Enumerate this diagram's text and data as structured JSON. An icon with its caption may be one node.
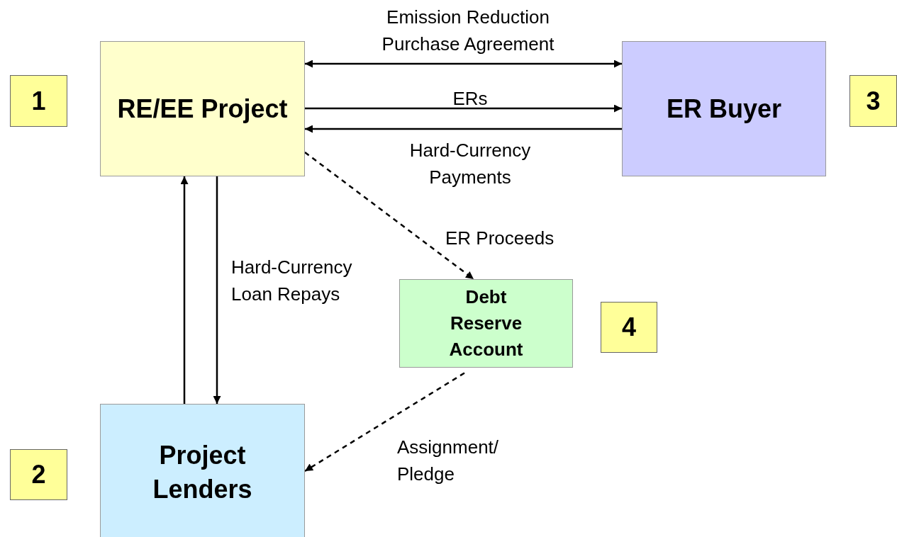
{
  "diagram": {
    "nodes": [
      {
        "text": [
          "1"
        ]
      },
      {
        "text": [
          "RE/EE Project"
        ]
      },
      {
        "text": [
          "ER Buyer"
        ]
      },
      {
        "text": [
          "3"
        ]
      },
      {
        "text": [
          "Debt Reserve Account"
        ]
      },
      {
        "text": [
          "4"
        ]
      },
      {
        "text": [
          "2"
        ]
      },
      {
        "text": [
          "Project Lenders"
        ]
      }
    ],
    "edges": [
      {
        "from": 1,
        "to": 2,
        "arrow": "both",
        "label": "Emission Reduction Purchase Agreement"
      },
      {
        "from": 1,
        "to": 2,
        "arrow": "to",
        "label": "ERs"
      },
      {
        "from": 2,
        "to": 1,
        "arrow": "to",
        "label": "Hard-Currency Payments"
      },
      {
        "from": 1,
        "to": 4,
        "arrow": "to",
        "label": "ER Proceeds",
        "style": "dashed"
      },
      {
        "from": 7,
        "to": 1,
        "arrow": "to"
      },
      {
        "from": 1,
        "to": 7,
        "arrow": "to",
        "label": "Hard-Currency Loan Repays"
      },
      {
        "from": 4,
        "to": 7,
        "arrow": "to",
        "label": "Assignment/ Pledge",
        "style": "dashed"
      }
    ]
  }
}
